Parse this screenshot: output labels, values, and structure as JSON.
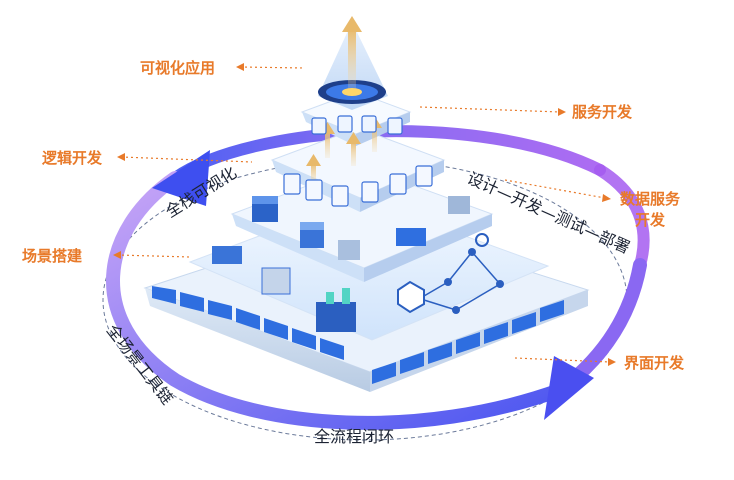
{
  "diagram": {
    "callouts": {
      "visualization_app": "可视化应用",
      "logic_dev": "逻辑开发",
      "scene_build": "场景搭建",
      "service_dev": "服务开发",
      "data_service_dev_line1": "数据服务",
      "data_service_dev_line2": "开发",
      "ui_dev": "界面开发"
    },
    "ring_labels": {
      "full_stack": "全栈可视化",
      "lifecycle": "设计—开发—测试—部署",
      "toolchain": "全场景工具链",
      "closed_loop": "全流程闭环"
    },
    "colors": {
      "callout": "#e87a2a",
      "ring_blue": "#3b4ff0",
      "ring_purple": "#a45cf0",
      "pyramid_blue": "#2f6fe0"
    }
  }
}
